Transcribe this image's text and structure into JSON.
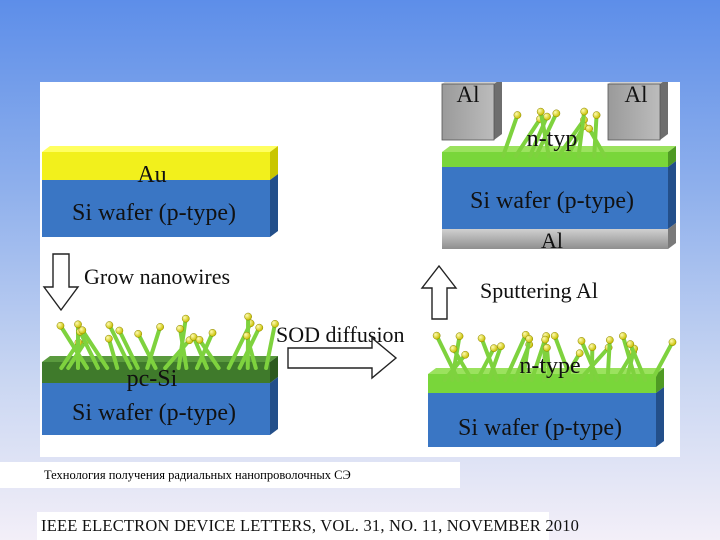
{
  "diagram": {
    "step1": {
      "top_layer": "Au",
      "substrate": "Si wafer (p-type)"
    },
    "arrow_down": "Grow nanowires",
    "step2": {
      "top_layer": "pc-Si",
      "substrate": "Si wafer (p-type)"
    },
    "arrow_right": "SOD diffusion",
    "step3": {
      "top_layer": "n-type",
      "substrate": "Si wafer (p-type)"
    },
    "arrow_up": "Sputtering Al",
    "step4": {
      "contact_left": "Al",
      "contact_right": "Al",
      "top_layer": "n-typ",
      "substrate": "Si wafer (p-type)",
      "back_contact": "Al"
    }
  },
  "caption": "Технология получения радиальных нанопроволочных СЭ",
  "citation": "IEEE ELECTRON DEVICE LETTERS, VOL. 31, NO. 11, NOVEMBER 2010",
  "colors": {
    "au": "#f2f01c",
    "si": "#3a76c4",
    "pc_si": "#3f7a2b",
    "n_type": "#79d63a",
    "nanowire": "#7ed23e",
    "al": "#a8a8a8",
    "tip": "#e6e218"
  }
}
